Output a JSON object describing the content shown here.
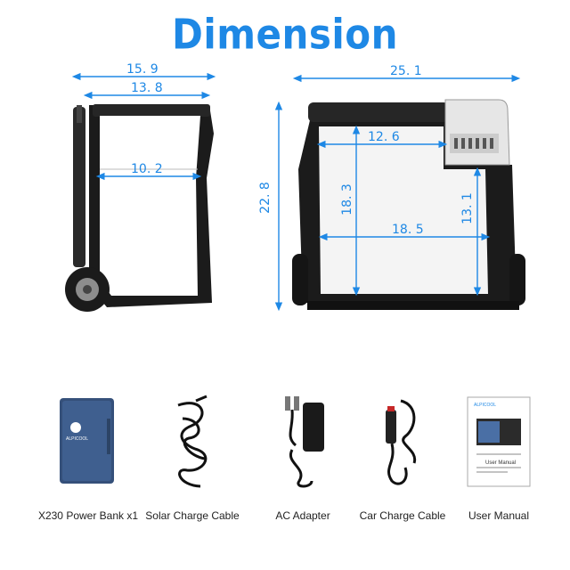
{
  "title": "Dimension",
  "colors": {
    "accent": "#1e88e5",
    "body": "#1b1b1b",
    "lining": "#f4f4f4"
  },
  "side_view": {
    "width_top": "15. 9",
    "width_inner_top": "13. 8",
    "width_inner": "10. 2"
  },
  "front_view": {
    "length": "25. 1",
    "height": "22. 8",
    "inner_top": "12. 6",
    "inner_height_left": "18. 3",
    "inner_height_right": "13. 1",
    "inner_length": "18. 5"
  },
  "accessories": [
    {
      "label": "X230 Power Bank x1",
      "icon": "power-bank"
    },
    {
      "label": "Solar Charge Cable",
      "icon": "solar-cable"
    },
    {
      "label": "AC Adapter",
      "icon": "ac-adapter"
    },
    {
      "label": "Car Charge Cable",
      "icon": "car-cable"
    },
    {
      "label": "User Manual",
      "icon": "user-manual"
    }
  ],
  "power_bank_brand": "ALPICOOL",
  "manual": {
    "brand": "ALPICOOL",
    "heading": "User Manual"
  }
}
